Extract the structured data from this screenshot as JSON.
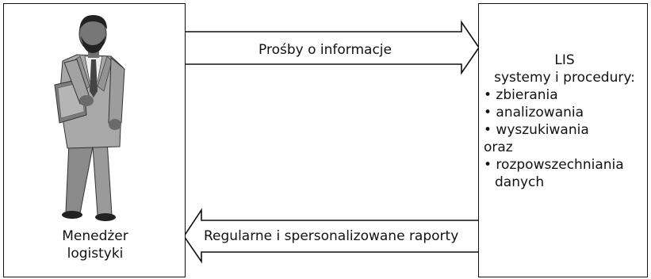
{
  "left_box": {
    "figure": "businessman-reading-document",
    "label_lines": [
      "Menedżer",
      "logistyki"
    ]
  },
  "right_box": {
    "title": "LIS",
    "subtitle": "systemy i procedury:",
    "items": [
      "• zbierania",
      "• analizowania",
      "• wyszukiwania",
      "oraz",
      "• rozpowszechniania",
      "danych"
    ]
  },
  "arrows": {
    "top": {
      "label": "Prośby o informacje",
      "direction": "right"
    },
    "bottom": {
      "label": "Regularne i spersonalizowane raporty",
      "direction": "left"
    }
  }
}
